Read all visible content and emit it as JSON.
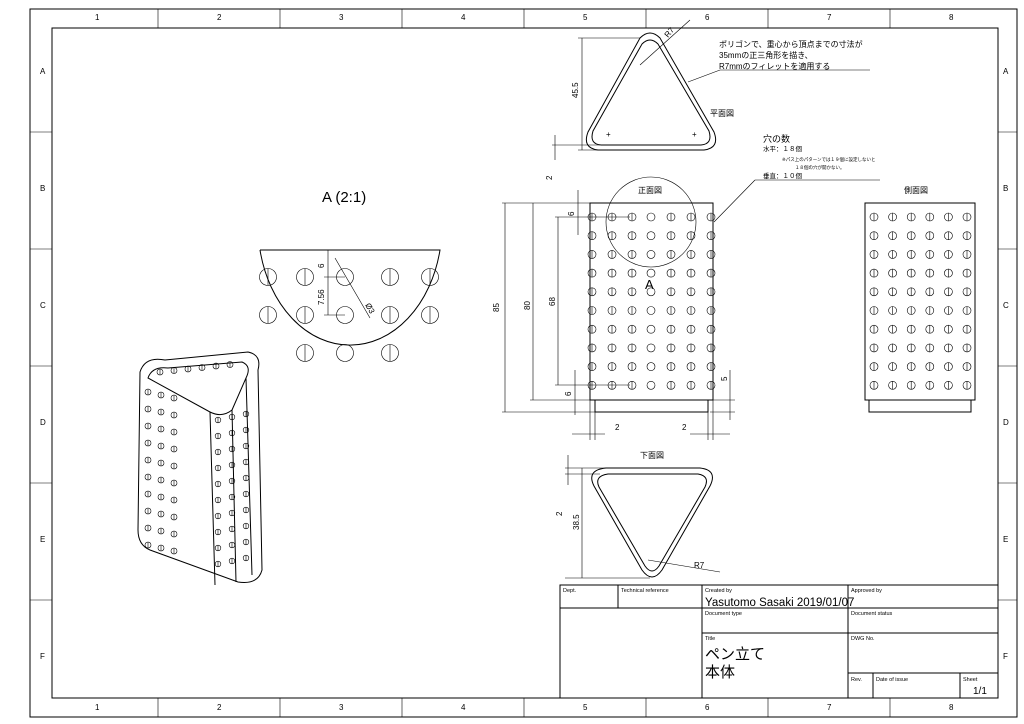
{
  "sheet": {
    "columns": [
      "1",
      "2",
      "3",
      "4",
      "5",
      "6",
      "7",
      "8"
    ],
    "rows": [
      "A",
      "B",
      "C",
      "D",
      "E",
      "F"
    ]
  },
  "notes": {
    "polygon_line1": "ポリゴンで、重心から頂点までの寸法が",
    "polygon_line2": "35mmの正三角形を描き、",
    "polygon_line3": "R7mmのフィレットを適用する",
    "holes_title": "穴の数",
    "holes_horizontal": "水平：１８個",
    "holes_note_line1": "※パス上のパターンでは１９個に設定しないと",
    "holes_note_line2": "１８個の穴が開かない。",
    "holes_vertical": "垂直：１０個"
  },
  "views": {
    "plan": "平面図",
    "front": "正面図",
    "side": "側面図",
    "bottom": "下面図",
    "detail": "A (2:1)",
    "detail_marker": "A"
  },
  "dimensions": {
    "plan_r7": "R7",
    "plan_height": "45.5",
    "plan_wall": "2",
    "front_85": "85",
    "front_80": "80",
    "front_68": "68",
    "front_6_top": "6",
    "front_6_bottom": "6",
    "front_5": "5",
    "front_2_left": "2",
    "front_2_right": "2",
    "bottom_38_5": "38.5",
    "bottom_wall": "2",
    "bottom_r7": "R7",
    "detail_6": "6",
    "detail_7_56": "7.56",
    "detail_dia": "Ø3"
  },
  "title_block": {
    "dept_label": "Dept.",
    "tech_ref_label": "Technical reference",
    "created_by_label": "Created by",
    "created_by": "Yasutomo Sasaki 2019/01/07",
    "approved_by_label": "Approved by",
    "doc_type_label": "Document type",
    "doc_status_label": "Document status",
    "title_label": "Title",
    "title_line1": "ペン立て",
    "title_line2": "本体",
    "dwg_no_label": "DWG No.",
    "rev_label": "Rev.",
    "date_label": "Date of issue",
    "sheet_label": "Sheet",
    "sheet": "1/1"
  }
}
